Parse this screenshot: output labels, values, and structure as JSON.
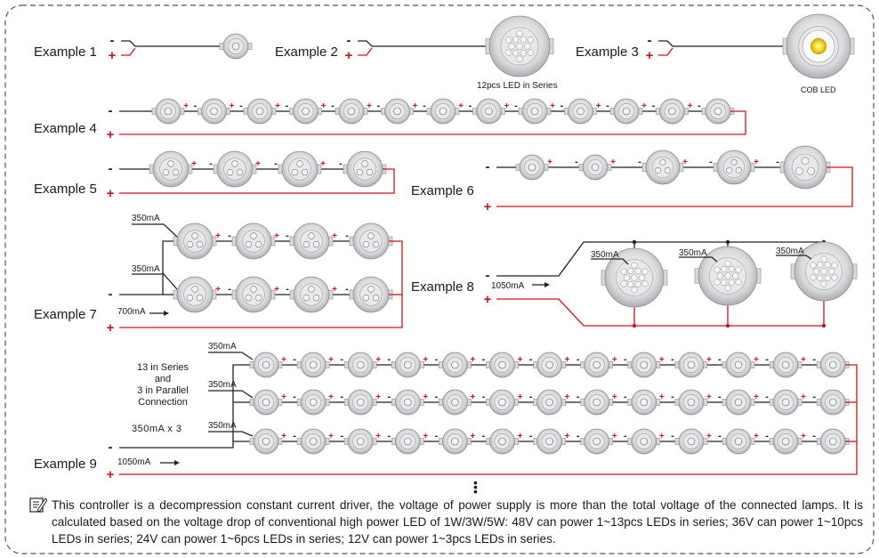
{
  "examples": {
    "ex1": "Example 1",
    "ex2": "Example 2",
    "ex3": "Example 3",
    "ex4": "Example 4",
    "ex5": "Example 5",
    "ex6": "Example 6",
    "ex7": "Example 7",
    "ex8": "Example 8",
    "ex9": "Example 9"
  },
  "captions": {
    "series12": "12pcs LED in Series",
    "cob": "COB LED"
  },
  "currents": {
    "c350": "350mA",
    "c700": "700mA",
    "c1050": "1050mA",
    "c350x3": "350mA x 3"
  },
  "ex9_text": {
    "line1": "13 in Series",
    "line2": "and",
    "line3": "3 in Parallel",
    "line4": "Connection"
  },
  "polarity": {
    "minus": "-",
    "plus": "+"
  },
  "note": "This controller is a decompression constant current driver, the voltage of power supply is more than the total voltage of the connected lamps. It is calculated based on the voltage drop of conventional high power LED of 1W/3W/5W: 48V can power 1~13pcs LEDs in series; 36V can power 1~10pcs LEDs in series; 24V can power 1~6pcs LEDs in series; 12V can power 1~3pcs LEDs in series.",
  "colors": {
    "wire_black": "#222222",
    "wire_red": "#d0121b",
    "led_gray": "#bfc1c4",
    "dashed_border": "#555555"
  },
  "icons": {
    "note": "note-pencil-icon",
    "more": "vertical-ellipsis-icon"
  }
}
